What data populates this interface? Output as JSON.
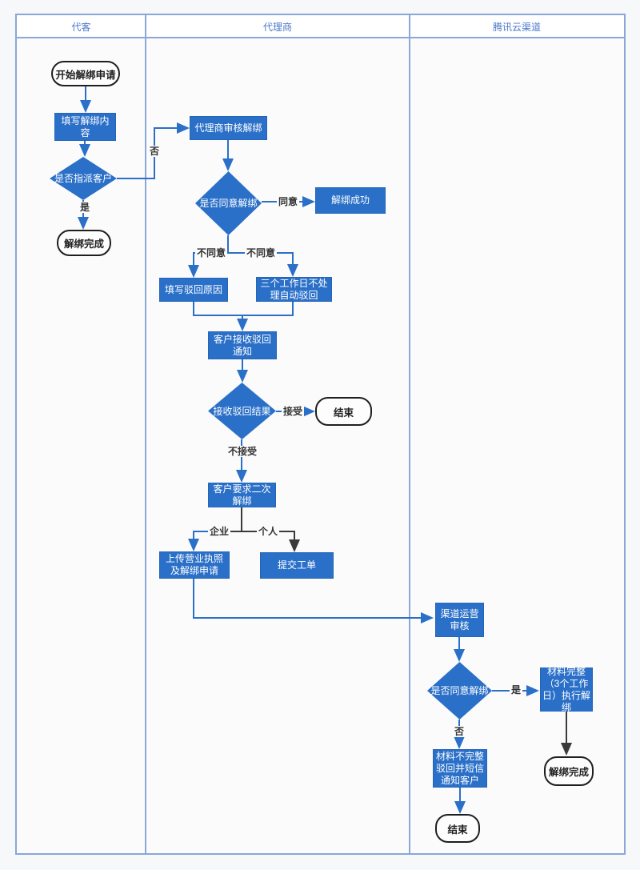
{
  "lanes": [
    {
      "label": "代客"
    },
    {
      "label": "代理商"
    },
    {
      "label": "腾讯云渠道"
    }
  ],
  "nodes": {
    "start": "开始解绑申请",
    "fill_content": "填写解绑内容",
    "assign_decision": "是否指派客户",
    "unbind_done_1": "解绑完成",
    "agent_review": "代理商审核解绑",
    "agree_decision": "是否同意解绑",
    "unbind_success": "解绑成功",
    "fill_reject_reason": "填写驳回原因",
    "auto_reject": "三个工作日不处理自动驳回",
    "receive_reject_notice": "客户接收驳回通知",
    "receive_result_decision": "接收驳回结果",
    "end_1": "结束",
    "second_unbind_request": "客户要求二次解绑",
    "upload_license": "上传营业执照及解绑申请",
    "submit_ticket": "提交工单",
    "channel_review": "渠道运营审核",
    "channel_agree_decision": "是否同意解绑",
    "material_complete": "材料完整（3个工作日）执行解绑",
    "material_incomplete": "材料不完整驳回并短信通知客户",
    "unbind_done_2": "解绑完成",
    "end_2": "结束"
  },
  "edge_labels": {
    "no_1": "否",
    "yes_1": "是",
    "agree": "同意",
    "disagree_left": "不同意",
    "disagree_right": "不同意",
    "accept": "接受",
    "not_accept": "不接受",
    "enterprise": "企业",
    "personal": "个人",
    "yes_2": "是",
    "no_2": "否"
  },
  "colors": {
    "node_fill": "#2b70c8",
    "node_border": "#2465b5",
    "line_blue": "#2b70c8",
    "line_black": "#3a3a3a",
    "lane_border": "#8aa7d8",
    "header_text": "#4a77cc",
    "canvas": "#f7f8fa",
    "lane_body": "#fbfbfc"
  }
}
